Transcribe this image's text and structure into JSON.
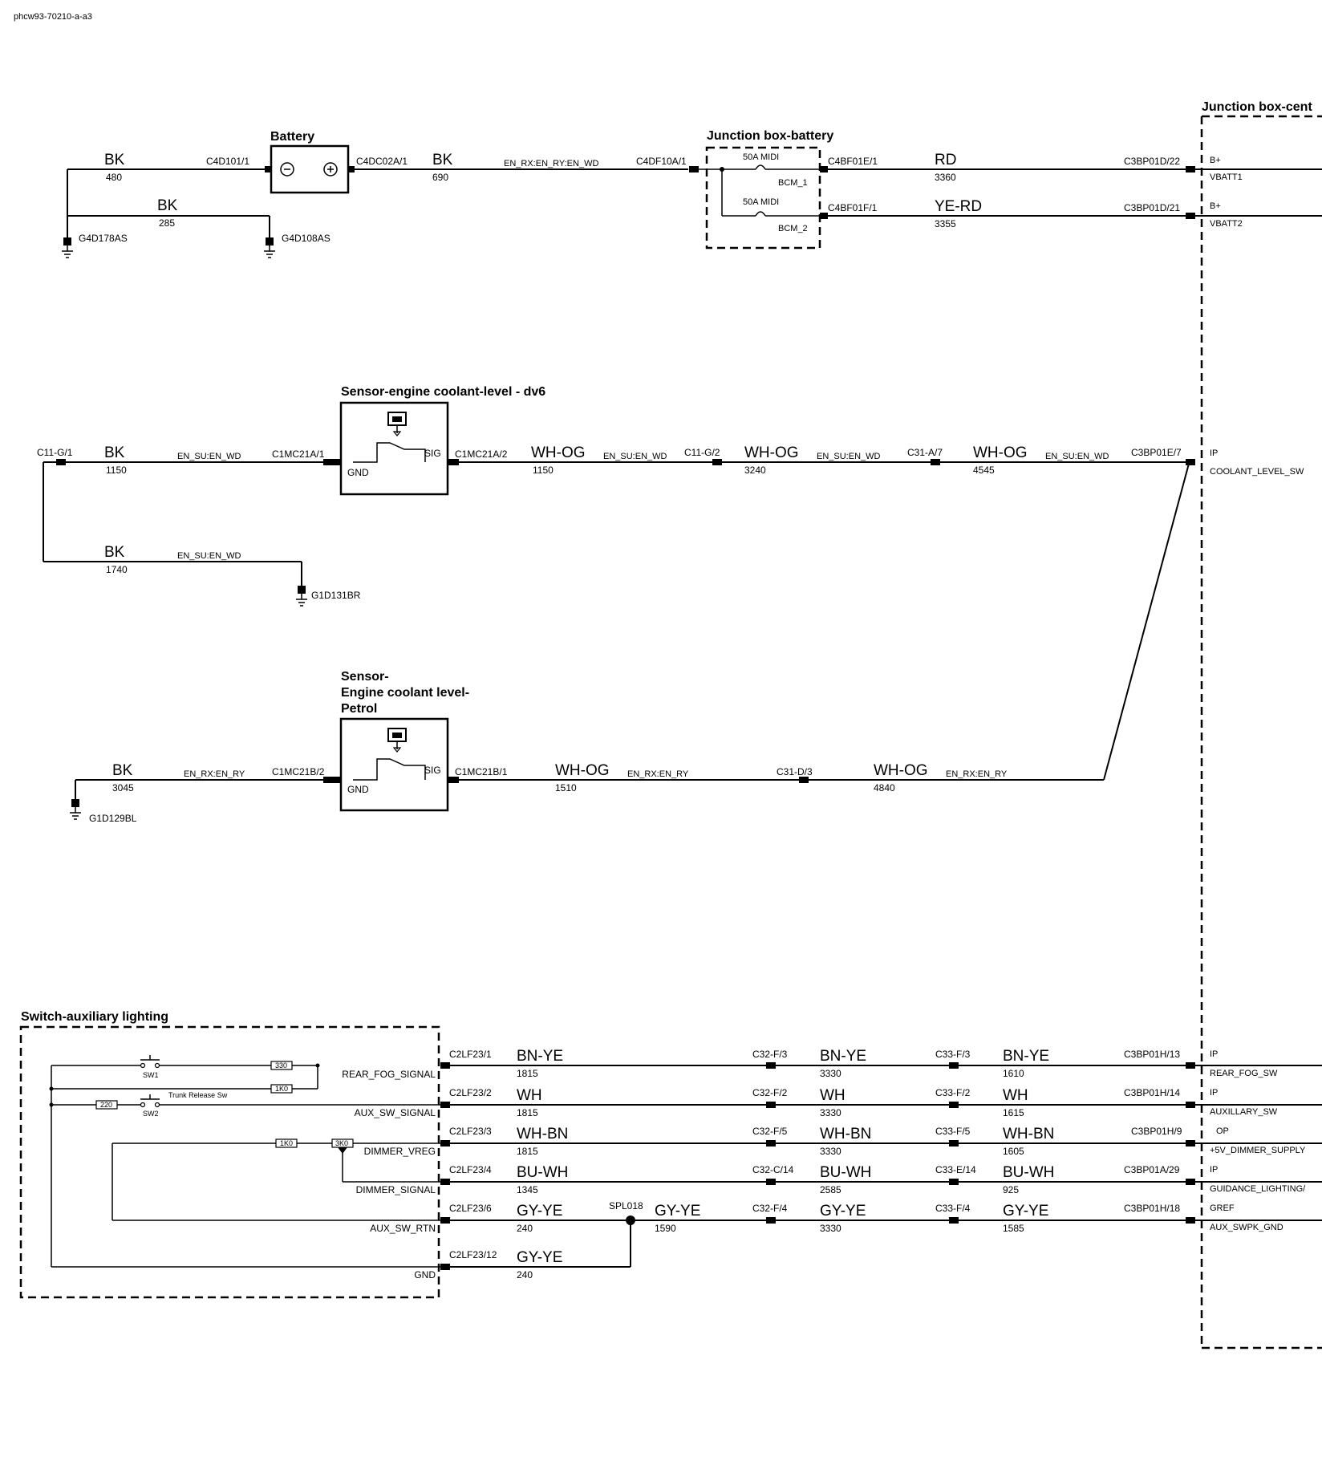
{
  "doc_id": "phcw93-70210-a-a3",
  "components": {
    "battery": "Battery",
    "jb_battery": "Junction box-battery",
    "jb_central": "Junction box-cent",
    "sensor_dv6": "Sensor-engine coolant-level - dv6",
    "sensor_petrol_1": "Sensor-",
    "sensor_petrol_2": "Engine coolant level-",
    "sensor_petrol_3": "Petrol",
    "switch_aux": "Switch-auxiliary lighting"
  },
  "labels": {
    "bk": "BK",
    "rd": "RD",
    "yerd": "YE-RD",
    "whog": "WH-OG",
    "bnye": "BN-YE",
    "wh": "WH",
    "whbn": "WH-BN",
    "buwh": "BU-WH",
    "gyye": "GY-YE",
    "n480": "480",
    "n285": "285",
    "n690": "690",
    "n3360": "3360",
    "n3355": "3355",
    "n1150": "1150",
    "n3240": "3240",
    "n4545": "4545",
    "n1740": "1740",
    "n3045": "3045",
    "n1510": "1510",
    "n4840": "4840",
    "n1815": "1815",
    "n3330": "3330",
    "n1610": "1610",
    "n1615": "1615",
    "n1605": "1605",
    "n1345": "1345",
    "n2585": "2585",
    "n925": "925",
    "n240": "240",
    "n1590": "1590",
    "n1585": "1585",
    "c4d101": "C4D101/1",
    "c4dc02a": "C4DC02A/1",
    "c4df10a": "C4DF10A/1",
    "c4bf01e": "C4BF01E/1",
    "c4bf01f": "C4BF01F/1",
    "c3bp01d22": "C3BP01D/22",
    "c3bp01d21": "C3BP01D/21",
    "c3bp01e7": "C3BP01E/7",
    "c11g1": "C11-G/1",
    "c11g2": "C11-G/2",
    "c31a7": "C31-A/7",
    "c31d3": "C31-D/3",
    "c1mc21a1": "C1MC21A/1",
    "c1mc21a2": "C1MC21A/2",
    "c1mc21b2": "C1MC21B/2",
    "c1mc21b1": "C1MC21B/1",
    "c2lf23_1": "C2LF23/1",
    "c2lf23_2": "C2LF23/2",
    "c2lf23_3": "C2LF23/3",
    "c2lf23_4": "C2LF23/4",
    "c2lf23_6": "C2LF23/6",
    "c2lf23_12": "C2LF23/12",
    "c32f3": "C32-F/3",
    "c32f2": "C32-F/2",
    "c32f5": "C32-F/5",
    "c32c14": "C32-C/14",
    "c32f4": "C32-F/4",
    "c33f3": "C33-F/3",
    "c33f2": "C33-F/2",
    "c33f5": "C33-F/5",
    "c33e14": "C33-E/14",
    "c33f4": "C33-F/4",
    "c3bp01h13": "C3BP01H/13",
    "c3bp01h14": "C3BP01H/14",
    "c3bp01h9": "C3BP01H/9",
    "c3bp01a29": "C3BP01A/29",
    "c3bp01h18": "C3BP01H/18",
    "enrx_full": "EN_RX:EN_RY:EN_WD",
    "ensu": "EN_SU:EN_WD",
    "enrx": "EN_RX:EN_RY",
    "fuse": "50A MIDI",
    "bcm1": "BCM_1",
    "bcm2": "BCM_2",
    "bplus": "B+",
    "vbatt1": "VBATT1",
    "vbatt2": "VBATT2",
    "ip": "IP",
    "op": "OP",
    "gref": "GREF",
    "coolant_sw": "COOLANT_LEVEL_SW",
    "rear_fog_sw": "REAR_FOG_SW",
    "auxillary_sw": "AUXILLARY_SW",
    "dimmer_supply": "+5V_DIMMER_SUPPLY",
    "guidance": "GUIDANCE_LIGHTING/",
    "aux_swpk_gnd": "AUX_SWPK_GND",
    "sig": "SIG",
    "gnd": "GND",
    "g4d178": "G4D178AS",
    "g4d108": "G4D108AS",
    "g1d131": "G1D131BR",
    "g1d129": "G1D129BL",
    "rear_fog_signal": "REAR_FOG_SIGNAL",
    "aux_sw_signal": "AUX_SW_SIGNAL",
    "dimmer_vreg": "DIMMER_VREG",
    "dimmer_signal": "DIMMER_SIGNAL",
    "aux_sw_rtn": "AUX_SW_RTN",
    "sw1": "SW1",
    "sw2": "SW2",
    "trunk": "Trunk Release Sw",
    "spl": "SPL018",
    "r1": "330",
    "r2": "1K0",
    "r3": "220",
    "r4": "1K0",
    "r5": "3K0"
  }
}
